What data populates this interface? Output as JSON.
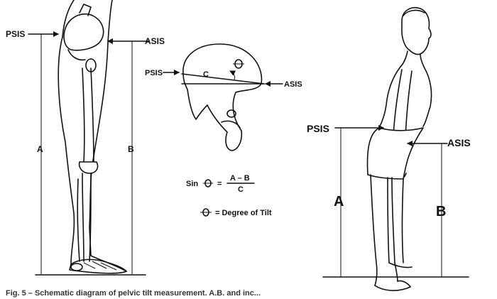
{
  "left_panel": {
    "psis_label": "PSIS",
    "asis_label": "ASIS",
    "a_label": "A",
    "b_label": "B"
  },
  "middle_panel": {
    "psis_label": "PSIS",
    "asis_label": "ASIS",
    "c_label": "C",
    "formula_prefix": "Sin",
    "formula_equals": "=",
    "formula_numerator": "A – B",
    "formula_denominator": "C",
    "legend_text": "= Degree of Tilt"
  },
  "right_panel": {
    "psis_label": "PSIS",
    "asis_label": "ASIS",
    "a_label": "A",
    "b_label": "B"
  },
  "caption": "Fig. 5 – Schematic diagram of pelvic tilt measurement. A.B. and inc..."
}
